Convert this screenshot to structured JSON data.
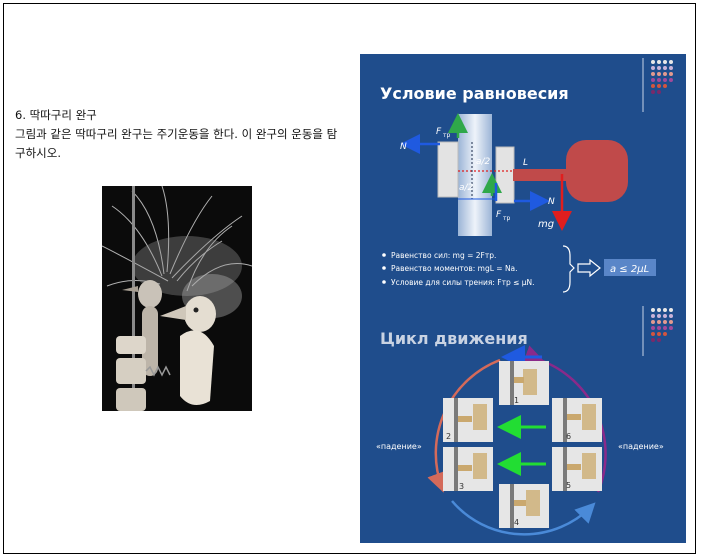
{
  "problem": {
    "title": "6. 딱따구리 완구",
    "text": "그림과 같은 딱따구리 완구는 주기운동을 한다. 이 완구의 운동을 탐구하시오."
  },
  "slide": {
    "title1": "Условие равновесия",
    "title2": "Цикл движения",
    "labels": {
      "N": "N",
      "F_tr": "F",
      "F_sub": "тр",
      "a2": "a/2",
      "L": "L",
      "mg": "mg"
    },
    "conditions": [
      "Равенство сил: mg = 2Fтр.",
      "Равенство моментов: mgL = Na.",
      "Условие для силы трения: Fтр ≤ μN."
    ],
    "result": "a ≤ 2μL",
    "fall_label_left": "«падение»",
    "fall_label_right": "«падение»",
    "steps": [
      "1",
      "2",
      "3",
      "4",
      "5",
      "6"
    ]
  },
  "colors": {
    "slide_bg": "#1f4d8c",
    "force_blue": "#1f5ae0",
    "force_green": "#2fa84a",
    "force_red": "#e01e1e",
    "arc_left": "#d46a5a",
    "arc_right": "#8a2a8a",
    "arc_bottom": "#4a8ad8",
    "bird_body": "#c04a4a",
    "cycle_arrow": "#22dd33"
  }
}
